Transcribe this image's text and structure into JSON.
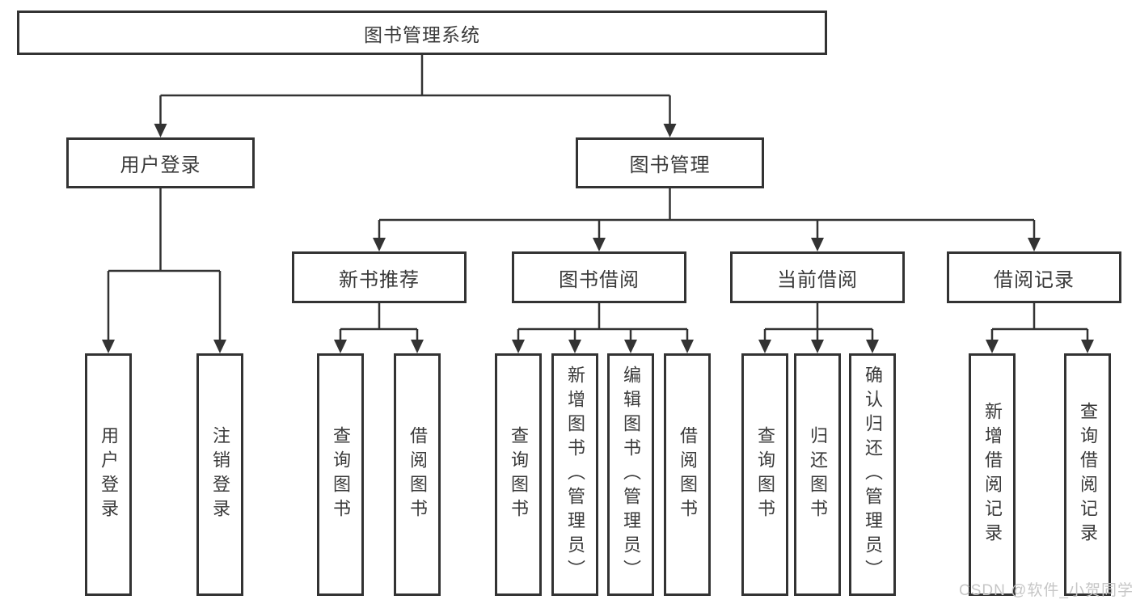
{
  "diagram": {
    "title_node": {
      "label": "图书管理系统"
    },
    "level2": {
      "user_login": {
        "label": "用户登录"
      },
      "book_mgmt": {
        "label": "图书管理"
      }
    },
    "level3": {
      "new_book_rec": {
        "label": "新书推荐"
      },
      "book_borrow": {
        "label": "图书借阅"
      },
      "current_borrow": {
        "label": "当前借阅"
      },
      "borrow_records": {
        "label": "借阅记录"
      }
    },
    "leaves": {
      "login_user_login": {
        "label": "用户登录"
      },
      "login_logout": {
        "label": "注销登录"
      },
      "rec_query_books": {
        "label": "查询图书"
      },
      "rec_borrow_books": {
        "label": "借阅图书"
      },
      "bb_query_books": {
        "label": "查询图书"
      },
      "bb_add_books": {
        "label": "新增图书（管理员）"
      },
      "bb_edit_books": {
        "label": "编辑图书（管理员）"
      },
      "bb_borrow_books": {
        "label": "借阅图书"
      },
      "cb_query_books": {
        "label": "查询图书"
      },
      "cb_return_books": {
        "label": "归还图书"
      },
      "cb_confirm_return": {
        "label": "确认归还（管理员）"
      },
      "br_add_record": {
        "label": "新增借阅记录"
      },
      "br_query_record": {
        "label": "查询借阅记录"
      }
    }
  },
  "watermark": {
    "text": "CSDN @软件_小贺同学"
  },
  "colors": {
    "line": "#333333",
    "text": "#3a3a3a",
    "watermark": "#c6c6c6",
    "background": "#ffffff"
  }
}
